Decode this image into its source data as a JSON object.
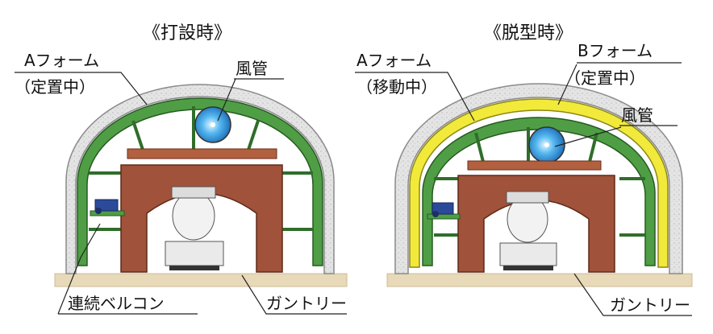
{
  "panels": [
    {
      "title": "《打設時》",
      "labels": {
        "form_a": "Aフォーム",
        "form_a_state": "（定置中）",
        "duct": "風管",
        "balcony": "連続ベルコン",
        "gantry": "ガントリー"
      }
    },
    {
      "title": "《脱型時》",
      "labels": {
        "form_a": "Aフォーム",
        "form_a_state": "（移動中）",
        "form_b": "Bフォーム",
        "form_b_state": "（定置中）",
        "duct": "風管",
        "gantry": "ガントリー"
      }
    }
  ],
  "colors": {
    "concrete": "#d9d9d9",
    "form_green": "#3f8f3a",
    "form_yellow": "#f1ea3a",
    "gantry_brown": "#a0523a",
    "duct_blue": "#3aa0e0",
    "ground": "#e8d9b8"
  }
}
